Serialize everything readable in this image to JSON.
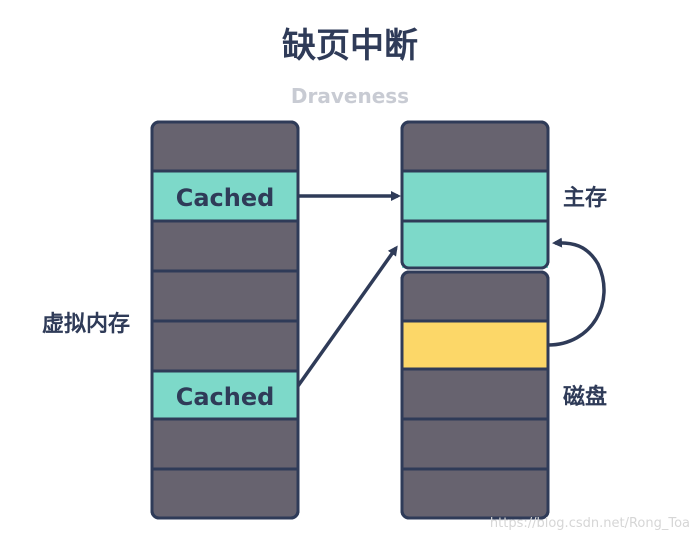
{
  "title": "缺页中断",
  "subtitle": "Draveness",
  "labels": {
    "virtual_memory": "虚拟内存",
    "main_memory": "主存",
    "disk": "磁盘"
  },
  "cells": {
    "cached_label": "Cached",
    "virtual_memory": [
      "",
      "Cached",
      "",
      "",
      "",
      "Cached",
      "",
      ""
    ],
    "main_memory": [
      "",
      "",
      ""
    ],
    "disk": [
      "",
      "",
      "",
      "",
      ""
    ]
  },
  "watermark": "https://blog.csdn.net/Rong_Toa",
  "colors": {
    "border": "#2f3b58",
    "empty_cell": "#67636f",
    "cached_cell": "#7dd9c9",
    "disk_page": "#fcd768",
    "title": "#2f3b58",
    "subtitle": "#c8cbd3"
  }
}
